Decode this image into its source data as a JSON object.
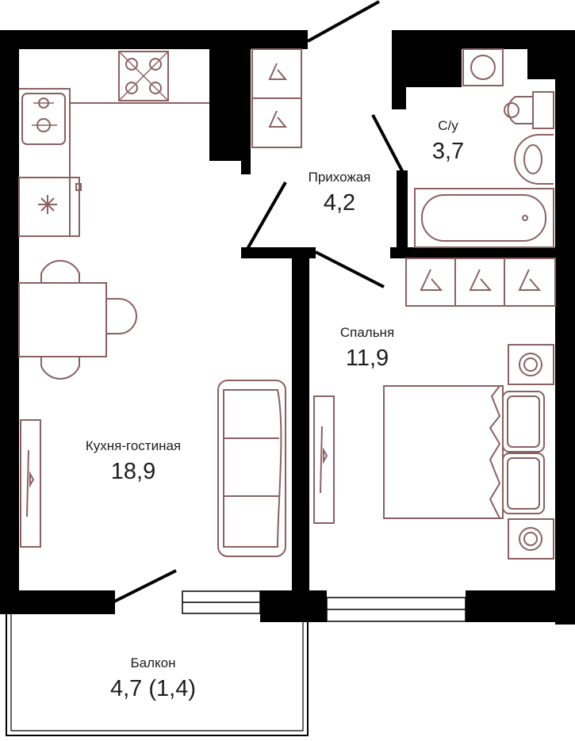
{
  "rooms": [
    {
      "id": "kitchen-living",
      "name": "Кухня-гостиная",
      "area": "18,9"
    },
    {
      "id": "hallway",
      "name": "Прихожая",
      "area": "4,2"
    },
    {
      "id": "bathroom",
      "name": "С/у",
      "area": "3,7"
    },
    {
      "id": "bedroom",
      "name": "Спальня",
      "area": "11,9"
    },
    {
      "id": "balcony",
      "name": "Балкон",
      "area": "4,7 (1,4)"
    }
  ],
  "colors": {
    "wall": "#000000",
    "furniture": "#8a6163",
    "text": "#1d1d1d",
    "background": "#ffffff"
  },
  "icons": [
    "stove-icon",
    "hob-icon",
    "fridge-snowflake-icon",
    "hanger-icon",
    "washing-machine-icon",
    "toilet-icon",
    "sink-icon",
    "bathtub-icon",
    "lamp-icon",
    "tv-icon"
  ]
}
